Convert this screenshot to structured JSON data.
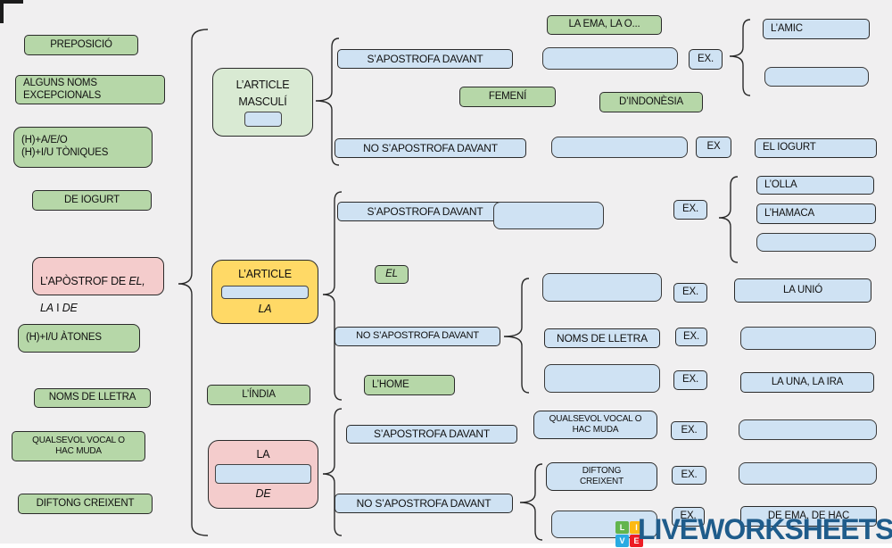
{
  "left_column": {
    "items": [
      {
        "label": "PREPOSICIÓ"
      },
      {
        "label": "ALGUNS NOMS\nEXCEPCIONALS"
      },
      {
        "label": "(H)+A/E/O\n(H)+I/U TÒNIQUES"
      },
      {
        "label": "DE IOGURT"
      },
      {
        "label": "(H)+I/U ÀTONES"
      },
      {
        "label": "NOMS DE LLETRA"
      },
      {
        "label": "QUALSEVOL VOCAL O\nHAC MUDA"
      },
      {
        "label": "DIFTONG CREIXENT"
      }
    ]
  },
  "root": {
    "t1": "L’APÒSTROF DE ",
    "t2": "EL,",
    "t3": "LA",
    "t4": " I ",
    "t5": "DE"
  },
  "nodes": {
    "masculi": {
      "line1": "L’ARTICLE",
      "line2": "MASCULÍ"
    },
    "article_la": {
      "title": "L’ARTICLE",
      "hint": "LA"
    },
    "la_de": {
      "top": "LA",
      "hint": "DE"
    }
  },
  "chips": {
    "la_ema": "LA EMA, LA O...",
    "femeni": "FEMENÍ",
    "dindonesia": "D’INDONÈSIA",
    "el": "EL",
    "lhome": "L’HOME",
    "lindia": "L’ÍNDIA"
  },
  "sec1": {
    "apostrofa": "S’APOSTROFA DAVANT",
    "no_apostrofa": "NO S’APOSTROFA DAVANT",
    "ex_a": "EX.",
    "ex_b": "EX",
    "ans_amic": "L’AMIC",
    "ans_iogurt": "EL IOGURT"
  },
  "sec2": {
    "apostrofa": "S’APOSTROFA DAVANT",
    "no_apostrofa": "NO S’APOSTROFA DAVANT",
    "ex1": "EX.",
    "ex2": "EX.",
    "ex3": "EX.",
    "ex4": "EX.",
    "ans_olla": "L’OLLA",
    "ans_hamaca": "L’HAMACA",
    "cond_noms": "NOMS DE LLETRA",
    "ans_unio": "LA UNIÓ",
    "ans_una_ira": "LA UNA, LA IRA"
  },
  "sec3": {
    "apostrofa": "S’APOSTROFA DAVANT",
    "no_apostrofa": "NO S’APOSTROFA DAVANT",
    "cond_vocal": "QUALSEVOL VOCAL O\nHAC MUDA",
    "cond_diftong": "DIFTONG\nCREIXENT",
    "ex1": "EX.",
    "ex2": "EX.",
    "ex3": "EX.",
    "ans_de_ema": "DE EMA, DE HAC"
  },
  "colors": {
    "chip_green": "#b6d7a8",
    "node_green": "#d9ead3",
    "box_blue": "#cfe2f3",
    "node_yellow": "#ffd966",
    "node_pink": "#f4cccc",
    "watermark_blue": "#1f5c8b"
  },
  "watermark": {
    "text": "LIVEWORKSHEETS",
    "squares": [
      {
        "letter": "L",
        "color": "#62b54d"
      },
      {
        "letter": "I",
        "color": "#fdb913"
      },
      {
        "letter": "V",
        "color": "#29abe2"
      },
      {
        "letter": "E",
        "color": "#ed1c24"
      }
    ]
  }
}
